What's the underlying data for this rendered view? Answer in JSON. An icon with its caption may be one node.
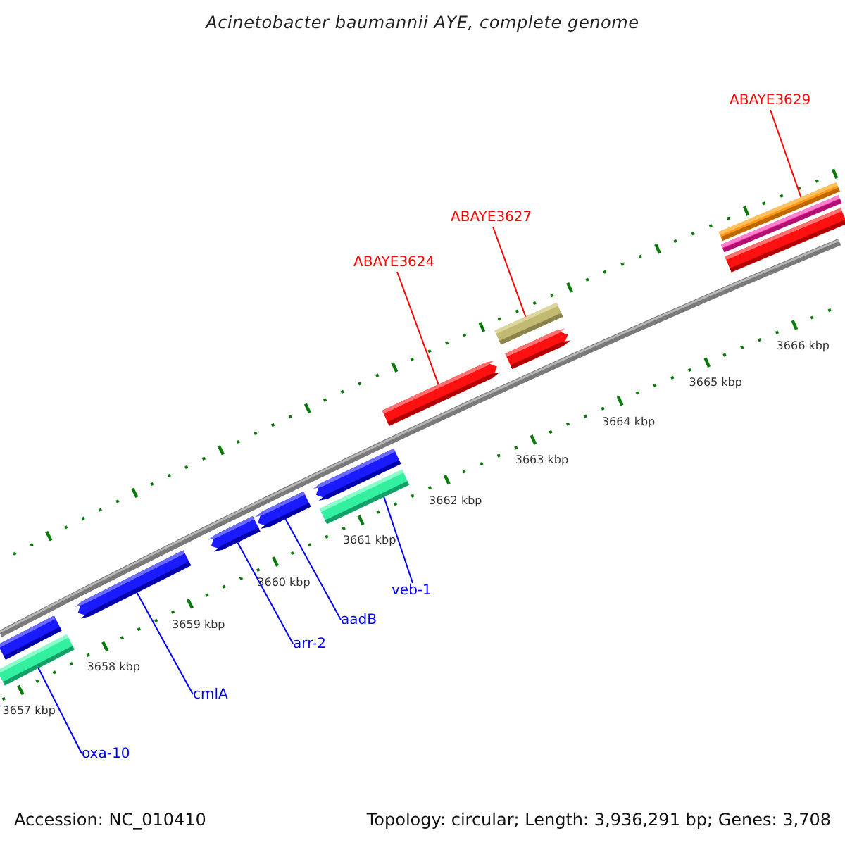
{
  "diagram": {
    "title": "Acinetobacter baumannii AYE, complete genome",
    "nodes": [
      {
        "text": [
          "ABAYE3629"
        ]
      },
      {
        "text": [
          "ABAYE3627"
        ]
      },
      {
        "text": [
          "ABAYE3624"
        ]
      },
      {
        "text": [
          "veb-1"
        ]
      },
      {
        "text": [
          "aadB"
        ]
      },
      {
        "text": [
          "arr-2"
        ]
      },
      {
        "text": [
          "cmlA"
        ]
      },
      {
        "text": [
          "oxa-10"
        ]
      },
      {
        "text": [],
        "shape": "bar"
      },
      {
        "text": [],
        "shape": "bar"
      },
      {
        "text": [],
        "shape": "bar"
      },
      {
        "text": [],
        "shape": "bar"
      },
      {
        "text": [],
        "shape": "bar"
      },
      {
        "text": [],
        "shape": "bar"
      },
      {
        "text": [],
        "shape": "bar"
      },
      {
        "text": [],
        "shape": "bar"
      },
      {
        "text": [],
        "shape": "bar"
      },
      {
        "text": [],
        "shape": "bar"
      },
      {
        "text": [],
        "shape": "bar"
      },
      {
        "text": [],
        "shape": "bar"
      },
      {
        "text": [],
        "shape": "bar"
      }
    ],
    "edges": [
      {
        "from": 0,
        "to": 18,
        "arrow": "none",
        "color": "#ff0000"
      },
      {
        "from": 1,
        "to": 16,
        "arrow": "none",
        "color": "#ff0000"
      },
      {
        "from": 2,
        "to": 15,
        "arrow": "none",
        "color": "#ff0000"
      },
      {
        "from": 3,
        "to": 14,
        "arrow": "none"
      },
      {
        "from": 4,
        "to": 12,
        "arrow": "none"
      },
      {
        "from": 5,
        "to": 11,
        "arrow": "none"
      },
      {
        "from": 6,
        "to": 10,
        "arrow": "none"
      },
      {
        "from": 7,
        "to": 9,
        "arrow": "none"
      }
    ],
    "labels": [
      "3657 kbp",
      "3658 kbp",
      "3659 kbp",
      "3660 kbp",
      "3661 kbp",
      "3662 kbp",
      "3663 kbp",
      "3664 kbp",
      "3665 kbp",
      "3666 kbp",
      "Accession: NC_010410",
      "Topology: circular; Length: 3,936,291 bp; Genes: 3,708"
    ]
  }
}
